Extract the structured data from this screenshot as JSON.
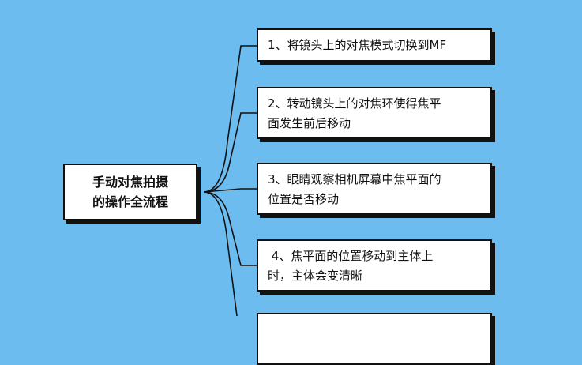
{
  "diagram": {
    "background": "#6cbcf0",
    "root": {
      "line1": "手动对焦拍摄",
      "line2": "的操作全流程"
    },
    "steps": [
      {
        "lines": [
          "1、将镜头上的对焦模式切换到MF"
        ]
      },
      {
        "lines": [
          "2、转动镜头上的对焦环使得焦平",
          "面发生前后移动"
        ]
      },
      {
        "lines": [
          "3、眼睛观察相机屏幕中焦平面的",
          "位置是否移动"
        ]
      },
      {
        "lines": [
          " 4、焦平面的位置移动到主体上",
          "时，主体会变清晰"
        ]
      },
      {
        "lines": []
      }
    ]
  }
}
